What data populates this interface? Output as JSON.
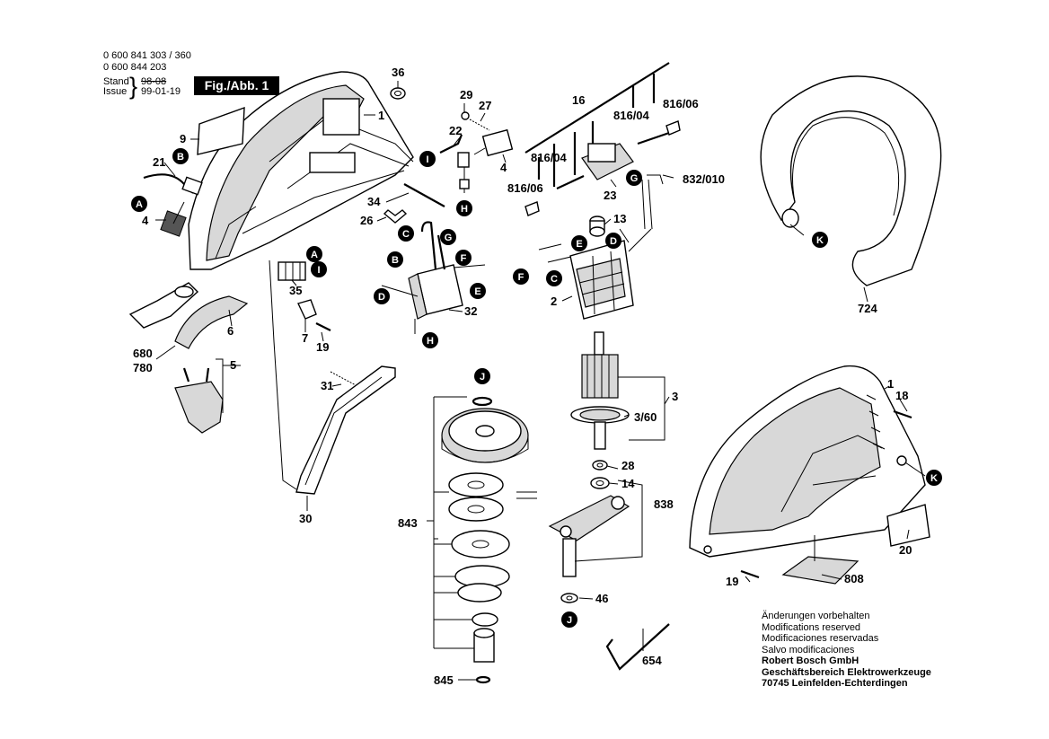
{
  "header": {
    "part_numbers": [
      "0 600 841 303 / 360",
      "0 600 844 203"
    ],
    "stand_label": "Stand",
    "stand_value": "98-08",
    "issue_label": "Issue",
    "issue_value": "99-01-19",
    "figure_tag": "Fig./Abb. 1"
  },
  "labels": {
    "p1": "1",
    "p1b": "1",
    "p2": "2",
    "p3": "3",
    "p3_60": "3/60",
    "p4": "4",
    "p4b": "4",
    "p5": "5",
    "p6": "6",
    "p7": "7",
    "p9": "9",
    "p13": "13",
    "p14": "14",
    "p16": "16",
    "p18": "18",
    "p19": "19",
    "p19b": "19",
    "p20": "20",
    "p21": "21",
    "p22": "22",
    "p23": "23",
    "p26": "26",
    "p27": "27",
    "p28": "28",
    "p29": "29",
    "p30": "30",
    "p31": "31",
    "p32": "32",
    "p34": "34",
    "p35": "35",
    "p36": "36",
    "p46": "46",
    "p654": "654",
    "p680": "680",
    "p780": "780",
    "p724": "724",
    "p808": "808",
    "p816_06a": "816/06",
    "p816_04a": "816/04",
    "p816_04b": "816/04",
    "p816_06b": "816/06",
    "p832_010": "832/010",
    "p838": "838",
    "p843": "843",
    "p845": "845"
  },
  "markers": {
    "A": "A",
    "B": "B",
    "C": "C",
    "D": "D",
    "E": "E",
    "F": "F",
    "G": "G",
    "H": "H",
    "I": "I",
    "J": "J",
    "K": "K"
  },
  "footer": {
    "lines": [
      "Änderungen vorbehalten",
      "Modifications reserved",
      "Modificaciones reservadas",
      "Salvo modificaciones"
    ],
    "company": [
      "Robert Bosch GmbH",
      "Geschäftsbereich Elektrowerkzeuge",
      "70745 Leinfelden-Echterdingen"
    ]
  },
  "colors": {
    "ink": "#000000",
    "paper": "#ffffff",
    "shade": "#d8d8d8"
  }
}
